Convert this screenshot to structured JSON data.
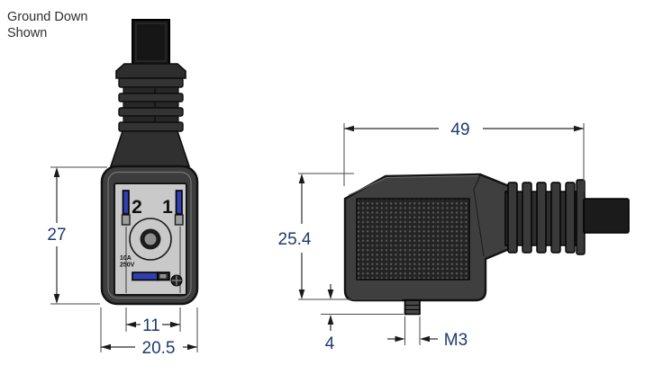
{
  "note": {
    "line1": "Ground Down",
    "line2": "Shown"
  },
  "front_view": {
    "terminals": {
      "left_label": "2",
      "right_label": "1"
    },
    "rating_line1": "10A",
    "rating_line2": "250V",
    "dim_height": "27",
    "dim_pin_spacing": "11",
    "dim_width": "20.5"
  },
  "side_view": {
    "dim_length": "49",
    "dim_height": "25.4",
    "dim_screw_protrusion": "4",
    "dim_screw_thread": "M3"
  },
  "colors": {
    "dimension_text": "#1e3a70",
    "terminal_blue": "#2f3fae",
    "body_dark": "#3d3d3d",
    "face_gray": "#c9c9c9",
    "cable_black": "#1b1b1b"
  }
}
